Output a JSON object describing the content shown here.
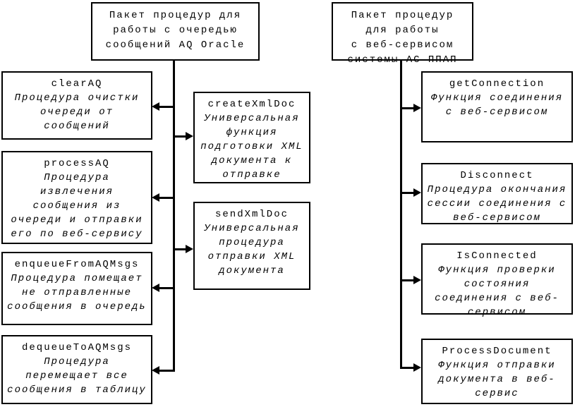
{
  "diagram": {
    "left_root": {
      "text": "Пакет процедур для\nработы с очередью\nсообщений AQ Oracle"
    },
    "right_root": {
      "text": "Пакет процедур\nдля работы\nс веб-сервисом\nсистемы АС ППАП"
    },
    "left_boxes": [
      {
        "title": "clearAQ",
        "desc": "Процедура очистки\nочереди от\nсообщений"
      },
      {
        "title": "processAQ",
        "desc": "Процедура\nизвлечения\nсообщения из\nочереди и отправки\nего по веб-сервису"
      },
      {
        "title": "enqueueFromAQMsgs",
        "desc": "Процедура помещает\nне отправленные\nсообщения в очередь"
      },
      {
        "title": "dequeueToAQMsgs",
        "desc": "Процедура\nперемещает все\nсообщения в таблицу"
      }
    ],
    "middle_boxes": [
      {
        "title": "createXmlDoc",
        "desc": "Универсальная\nфункция\nподготовки XML\nдокумента к\nотправке"
      },
      {
        "title": "sendXmlDoc",
        "desc": "Универсальная\nпроцедура\nотправки XML\nдокумента"
      }
    ],
    "right_boxes": [
      {
        "title": "getConnection",
        "desc": "Функция соединения\nс веб-сервисом"
      },
      {
        "title": "Disconnect",
        "desc": "Процедура окончания\nсессии соединения с\nвеб-сервисом"
      },
      {
        "title": "IsConnected",
        "desc": "Функция проверки\nсостояния\nсоединения с веб-\nсервисом"
      },
      {
        "title": "ProcessDocument",
        "desc": "Функция отправки\nдокумента в веб-\nсервис"
      }
    ],
    "colors": {
      "line": "#000000",
      "background": "#ffffff"
    }
  }
}
